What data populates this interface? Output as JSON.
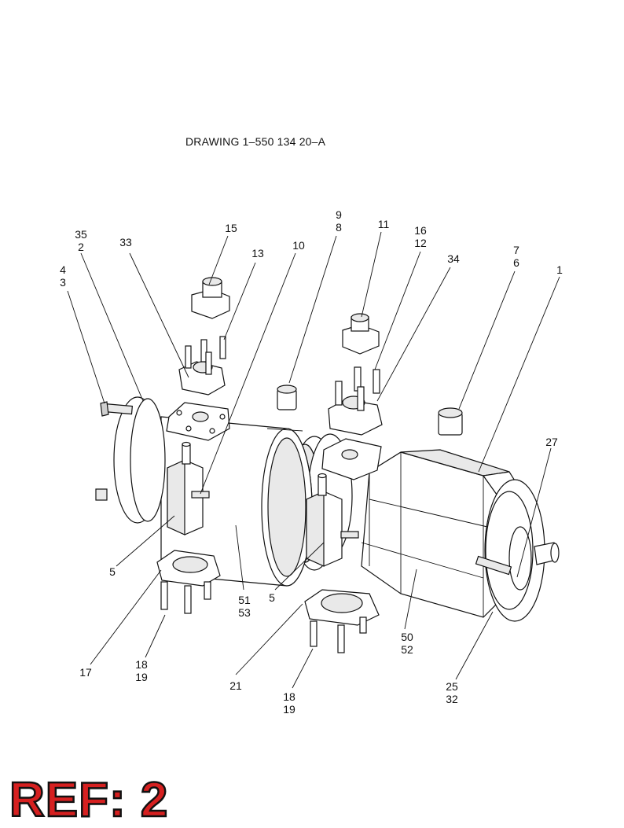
{
  "drawing_title": "DRAWING 1–550 134 20–A",
  "reference_badge": "REF: 2",
  "callouts": [
    {
      "id": "c-35-2",
      "lines": [
        "35",
        "2"
      ]
    },
    {
      "id": "c-4-3",
      "lines": [
        "4",
        "3"
      ]
    },
    {
      "id": "c-33",
      "lines": [
        "33"
      ]
    },
    {
      "id": "c-15",
      "lines": [
        "15"
      ]
    },
    {
      "id": "c-13",
      "lines": [
        "13"
      ]
    },
    {
      "id": "c-10",
      "lines": [
        "10"
      ]
    },
    {
      "id": "c-9-8",
      "lines": [
        "9",
        "8"
      ]
    },
    {
      "id": "c-11",
      "lines": [
        "11"
      ]
    },
    {
      "id": "c-16-12",
      "lines": [
        "16",
        "12"
      ]
    },
    {
      "id": "c-34",
      "lines": [
        "34"
      ]
    },
    {
      "id": "c-7-6",
      "lines": [
        "7",
        "6"
      ]
    },
    {
      "id": "c-1",
      "lines": [
        "1"
      ]
    },
    {
      "id": "c-27",
      "lines": [
        "27"
      ]
    },
    {
      "id": "c-5-left",
      "lines": [
        "5"
      ]
    },
    {
      "id": "c-51-53",
      "lines": [
        "51",
        "53"
      ]
    },
    {
      "id": "c-5-mid",
      "lines": [
        "5"
      ]
    },
    {
      "id": "c-50-52",
      "lines": [
        "50",
        "52"
      ]
    },
    {
      "id": "c-17",
      "lines": [
        "17"
      ]
    },
    {
      "id": "c-18-19-left",
      "lines": [
        "18",
        "19"
      ]
    },
    {
      "id": "c-21",
      "lines": [
        "21"
      ]
    },
    {
      "id": "c-18-19-mid",
      "lines": [
        "18",
        "19"
      ]
    },
    {
      "id": "c-25-32",
      "lines": [
        "25",
        "32"
      ]
    }
  ]
}
